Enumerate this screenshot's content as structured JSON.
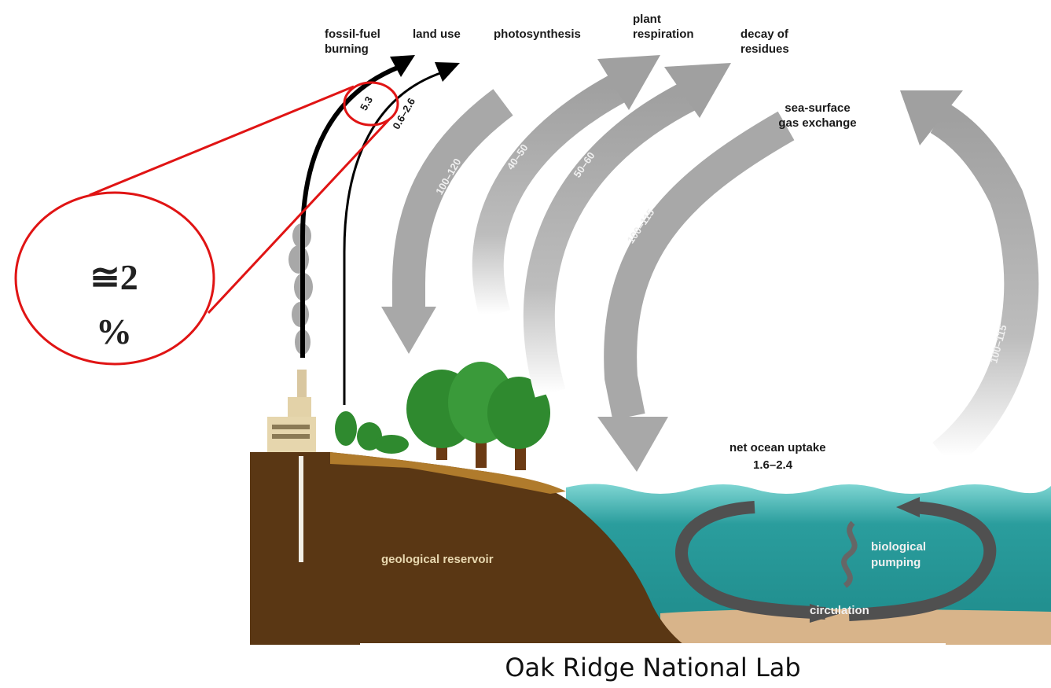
{
  "flux_labels": {
    "fossil_fuel": "fossil-fuel burning",
    "land_use": "land use",
    "photosynthesis": "photosynthesis",
    "plant_respiration": "plant respiration",
    "decay_of_residues": "decay of residues",
    "sea_surface": "sea-surface gas exchange",
    "net_ocean_uptake": "net ocean uptake",
    "net_ocean_uptake_value": "1.6–2.4"
  },
  "flux_values": {
    "fossil_fuel": "5.3",
    "land_use": "0.6–2.6",
    "photosynthesis": "100–120",
    "plant_respiration": "40–50",
    "decay_of_residues": "50–60",
    "ocean_down": "100–115",
    "ocean_up": "100–115"
  },
  "region_labels": {
    "geological": "geological reservoir",
    "biological_1": "biological",
    "biological_2": "pumping",
    "circulation": "circulation"
  },
  "callout": {
    "approx_line1": "≅2",
    "approx_line2": "%"
  },
  "caption": "Oak Ridge National Lab",
  "colors": {
    "arrow_gray": "#a6a6a6",
    "soil": "#5a3714",
    "ocean": "#2a9d9d",
    "callout_red": "#e01414",
    "foliage": "#2f8a2f"
  }
}
